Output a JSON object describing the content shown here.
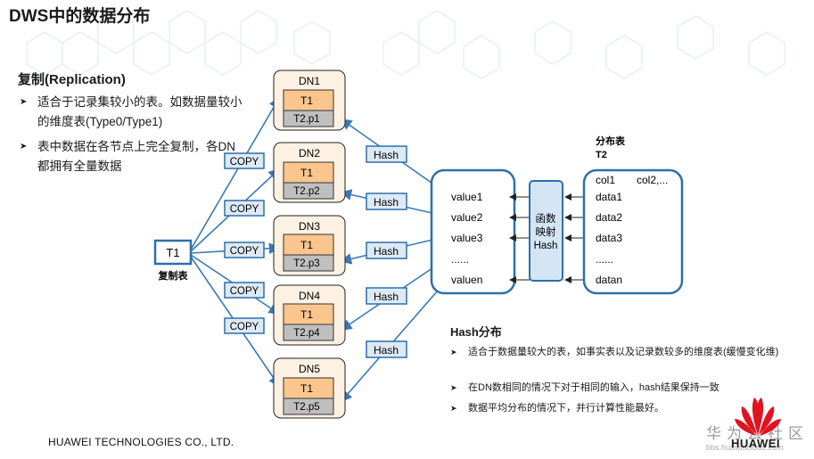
{
  "title": "DWS中的数据分布",
  "replication": {
    "heading": "复制(Replication)",
    "bullets": [
      "适合于记录集较小的表。如数据量较小的维度表(Type0/Type1)",
      "表中数据在各节点上完全复制，各DN都拥有全量数据"
    ]
  },
  "diagram": {
    "source_table": "T1",
    "source_caption": "复制表",
    "copy_label": "COPY",
    "hash_label": "Hash",
    "nodes": [
      {
        "name": "DN1",
        "t1": "T1",
        "part": "T2.p1"
      },
      {
        "name": "DN2",
        "t1": "T1",
        "part": "T2.p2"
      },
      {
        "name": "DN3",
        "t1": "T1",
        "part": "T2.p3"
      },
      {
        "name": "DN4",
        "t1": "T1",
        "part": "T2.p4"
      },
      {
        "name": "DN5",
        "t1": "T1",
        "part": "T2.p5"
      }
    ],
    "values": [
      "value1",
      "value2",
      "value3",
      "......",
      "valuen"
    ],
    "function_box": [
      "函数",
      "映射",
      "Hash"
    ],
    "dist_table": {
      "title_line1": "分布表",
      "title_line2": "T2",
      "cols": [
        "col1",
        "col2,..."
      ],
      "data": [
        "data1",
        "data2",
        "data3",
        "......",
        "datan"
      ]
    }
  },
  "hash": {
    "heading": "Hash分布",
    "bullets": [
      "适合于数据量较大的表，如事实表以及记录数较多的维度表(缓慢变化维)",
      "在DN数相同的情况下对于相同的输入，hash结果保持一致",
      "数据平均分布的情况下，并行计算性能最好。"
    ]
  },
  "footer": "HUAWEI TECHNOLOGIES CO., LTD.",
  "watermark": {
    "cn": "华为云社区",
    "url": "bbs.huaweicloud.com"
  },
  "logo_text": "HUAWEI",
  "colors": {
    "node_fill": "#fcf1e2",
    "t1_fill": "#fac68e",
    "part_fill": "#bfbfbf",
    "label_fill": "#ddeaf6",
    "box_stroke": "#2e6fa8",
    "arrow": "#3a78b8",
    "hash_box_fill": "#d4e6f5"
  }
}
